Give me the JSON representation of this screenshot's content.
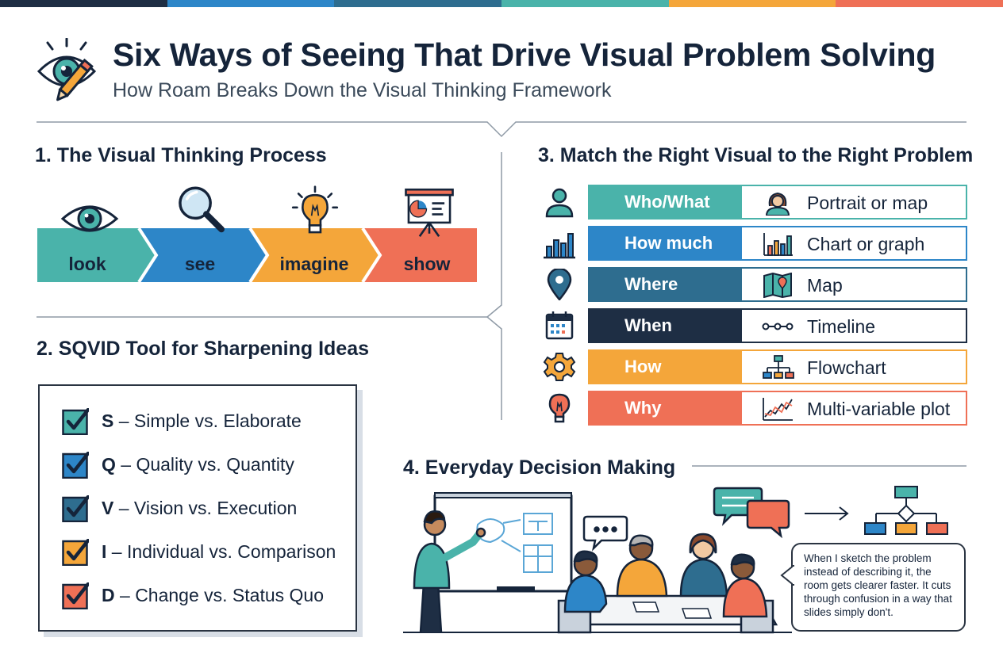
{
  "colors": {
    "bar": [
      "#1e2e44",
      "#2d86c8",
      "#2e6d8f",
      "#4ab3aa",
      "#f4a63a",
      "#ef7056"
    ],
    "teal": "#4ab3aa",
    "blue": "#2d86c8",
    "steel": "#2e6d8f",
    "navy": "#1e2e44",
    "orange": "#f4a63a",
    "coral": "#ef7056",
    "ink": "#15243a"
  },
  "header": {
    "title": "Six Ways of Seeing That Drive Visual Problem Solving",
    "subtitle": "How Roam Breaks Down the Visual Thinking Framework",
    "icon": "eye-pencil-icon"
  },
  "section1": {
    "title": "1. The Visual Thinking Process",
    "steps": [
      {
        "label": "look",
        "icon": "eye-icon",
        "color": "#4ab3aa"
      },
      {
        "label": "see",
        "icon": "magnifier-icon",
        "color": "#2d86c8"
      },
      {
        "label": "imagine",
        "icon": "lightbulb-icon",
        "color": "#f4a63a"
      },
      {
        "label": "show",
        "icon": "presentation-board-icon",
        "color": "#ef7056"
      }
    ]
  },
  "section2": {
    "title": "2. SQVID Tool for Sharpening Ideas",
    "items": [
      {
        "letter": "S",
        "text": " – Simple vs. Elaborate",
        "color": "#4ab3aa"
      },
      {
        "letter": "Q",
        "text": " – Quality vs. Quantity",
        "color": "#2d86c8"
      },
      {
        "letter": "V",
        "text": " – Vision vs. Execution",
        "color": "#2e6d8f"
      },
      {
        "letter": "I",
        "text": " – Individual vs. Comparison",
        "color": "#f4a63a"
      },
      {
        "letter": "D",
        "text": " – Change vs. Status Quo",
        "color": "#ef7056"
      }
    ]
  },
  "section3": {
    "title": "3. Match the Right Visual to the Right Problem",
    "rows": [
      {
        "key": "Who/What",
        "value": "Portrait or map",
        "icon": "person-icon",
        "value_icon": "portrait-icon",
        "color": "#4ab3aa"
      },
      {
        "key": "How much",
        "value": "Chart or graph",
        "icon": "bar-chart-icon",
        "value_icon": "chart-icon",
        "color": "#2d86c8"
      },
      {
        "key": "Where",
        "value": "Map",
        "icon": "location-pin-icon",
        "value_icon": "folded-map-icon",
        "color": "#2e6d8f"
      },
      {
        "key": "When",
        "value": "Timeline",
        "icon": "calendar-icon",
        "value_icon": "timeline-icon",
        "color": "#1e2e44"
      },
      {
        "key": "How",
        "value": "Flowchart",
        "icon": "gear-icon",
        "value_icon": "flowchart-icon",
        "color": "#f4a63a"
      },
      {
        "key": "Why",
        "value": "Multi-variable plot",
        "icon": "lightbulb-icon",
        "value_icon": "line-plot-icon",
        "color": "#ef7056"
      }
    ]
  },
  "section4": {
    "title": "4. Everyday Decision Making",
    "quote": "When I sketch the problem instead of describing it, the room gets clearer faster. It cuts through confusion in a way that slides simply don't."
  }
}
